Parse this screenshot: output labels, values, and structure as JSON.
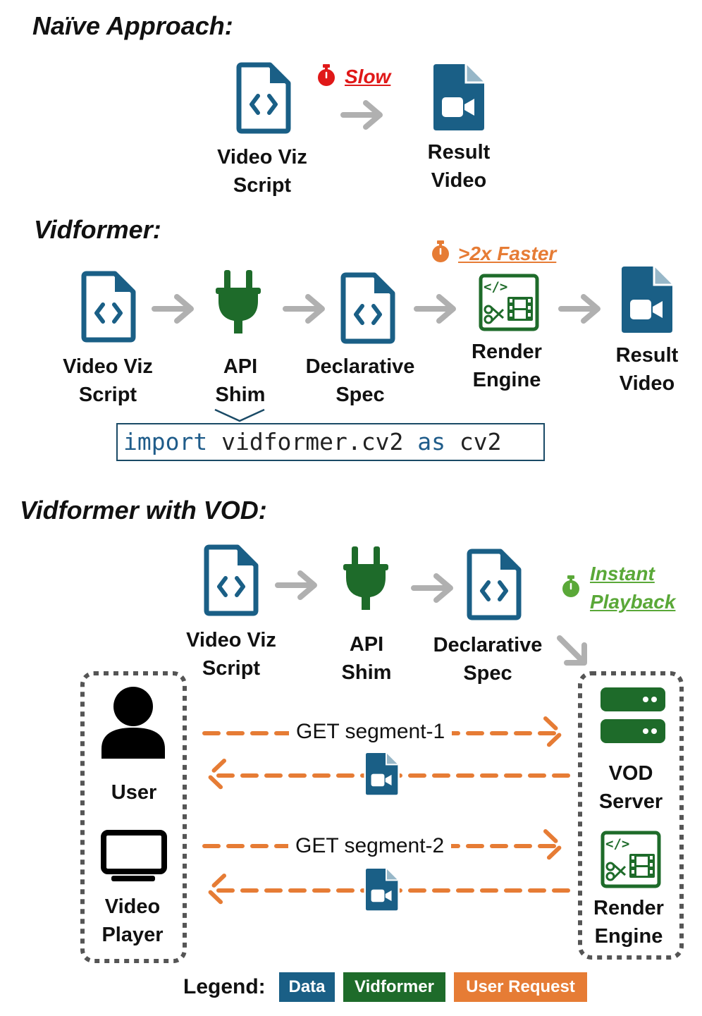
{
  "colors": {
    "data": "#1a5f86",
    "vidformer": "#1e6b2a",
    "request": "#e67c35",
    "arrow": "#b0b0b0",
    "slow": "#e01818",
    "faster": "#e67c35",
    "instant": "#5aa838"
  },
  "naive": {
    "title": "Naïve Approach:",
    "script": {
      "line1": "Video Viz",
      "line2": "Script",
      "icon": "code-file-icon"
    },
    "note": "Slow",
    "note_icon": "stopwatch-icon",
    "result": {
      "line1": "Result",
      "line2": "Video",
      "icon": "video-file-icon"
    }
  },
  "vidformer": {
    "title": "Vidformer:",
    "script": {
      "line1": "Video Viz",
      "line2": "Script",
      "icon": "code-file-icon"
    },
    "shim": {
      "line1": "API",
      "line2": "Shim",
      "icon": "plug-icon"
    },
    "spec": {
      "line1": "Declarative",
      "line2": "Spec",
      "icon": "code-file-icon"
    },
    "note": ">2x Faster",
    "note_icon": "stopwatch-icon",
    "engine": {
      "line1": "Render",
      "line2": "Engine",
      "icon": "render-engine-icon"
    },
    "result": {
      "line1": "Result",
      "line2": "Video",
      "icon": "video-file-icon"
    },
    "code": {
      "kw1": "import",
      "mid": " vidformer.cv2 ",
      "kw2": "as",
      "tail": " cv2"
    }
  },
  "vod": {
    "title": "Vidformer with VOD:",
    "script": {
      "line1": "Video Viz",
      "line2": "Script",
      "icon": "code-file-icon"
    },
    "shim": {
      "line1": "API",
      "line2": "Shim",
      "icon": "plug-icon"
    },
    "spec": {
      "line1": "Declarative",
      "line2": "Spec",
      "icon": "code-file-icon"
    },
    "note": {
      "line1": "Instant",
      "line2": "Playback"
    },
    "note_icon": "stopwatch-icon",
    "user": {
      "label": "User",
      "icon": "user-icon"
    },
    "player": {
      "line1": "Video",
      "line2": "Player",
      "icon": "monitor-icon"
    },
    "server": {
      "line1": "VOD",
      "line2": "Server",
      "icon": "server-icon"
    },
    "engine": {
      "line1": "Render",
      "line2": "Engine",
      "icon": "render-engine-icon"
    },
    "requests": [
      "GET segment-1",
      "GET segment-2"
    ]
  },
  "legend": {
    "title": "Legend:",
    "items": [
      {
        "label": "Data",
        "color": "#1a5f86"
      },
      {
        "label": "Vidformer",
        "color": "#1e6b2a"
      },
      {
        "label": "User Request",
        "color": "#e67c35"
      }
    ]
  }
}
